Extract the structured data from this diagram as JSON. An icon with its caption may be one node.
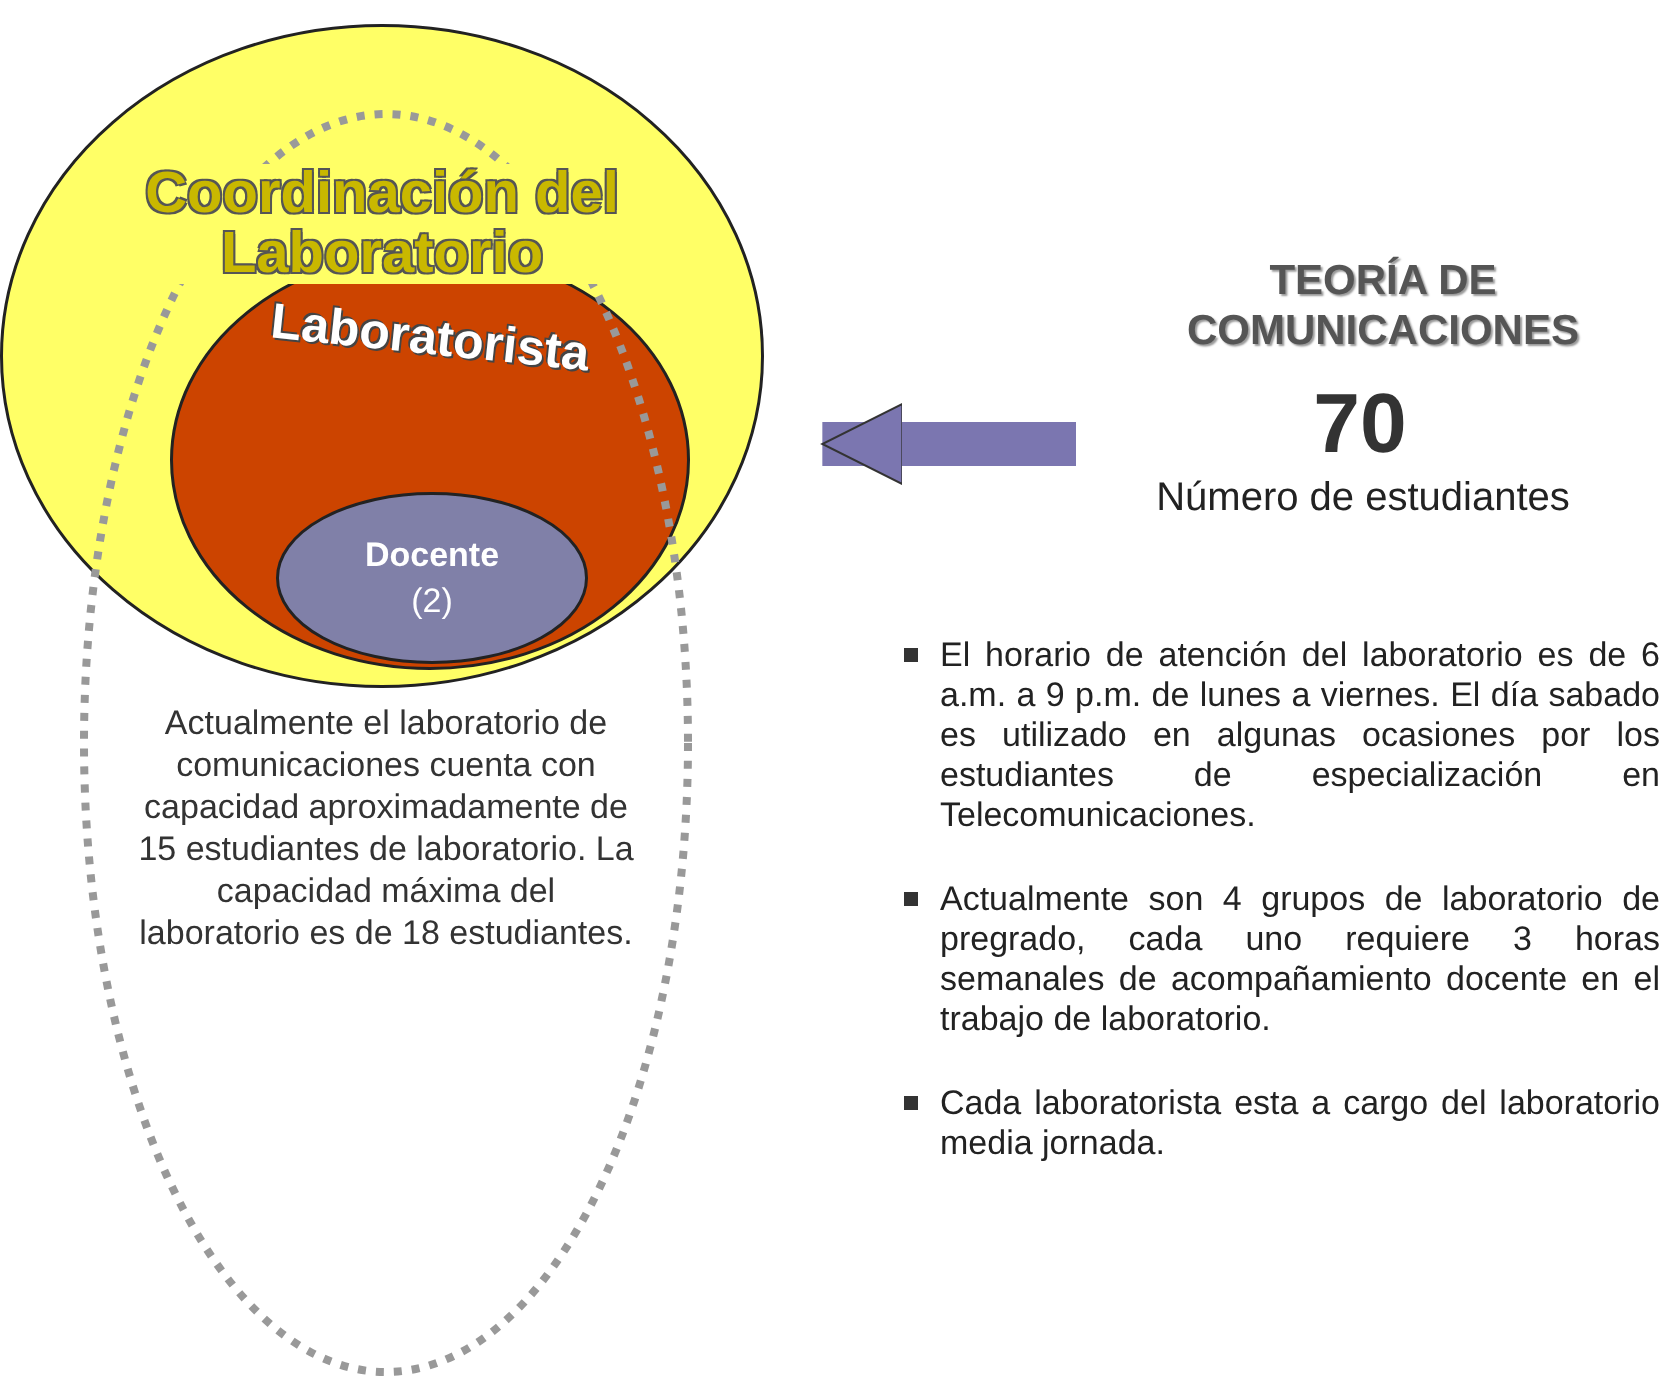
{
  "diagram": {
    "nodes": [
      {
        "text": [
          "Coordinación del Laboratorio"
        ]
      },
      {
        "text": [
          "Laboratorista"
        ]
      },
      {
        "text": [
          "Docente",
          "(2)"
        ],
        "in": 1
      },
      {
        "text": [
          "Actualmente el laboratorio de comunicaciones cuenta con capacidad aproximadamente de 15 estudiantes de laboratorio. La capacidad máxima del laboratorio es de 18 estudiantes."
        ]
      },
      {
        "text": [
          "TEORÍA DE COMUNICACIONES",
          "70",
          "Número de estudiantes"
        ]
      }
    ],
    "edges": [
      {
        "from": 4,
        "to": 0,
        "arrow": "to",
        "color": "#7b76b0"
      }
    ],
    "labels": [
      "El horario de atención del  laboratorio es de 6 a.m. a 9 p.m. de lunes a viernes. El día sabado es utilizado en algunas ocasiones por los estudiantes de especialización en Telecomunicaciones.",
      "Actualmente son 4 grupos de laboratorio de pregrado, cada uno requiere 3 horas semanales de acompañamiento docente en el trabajo de laboratorio.",
      "Cada laboratorista esta a cargo del laboratorio media jornada."
    ]
  }
}
